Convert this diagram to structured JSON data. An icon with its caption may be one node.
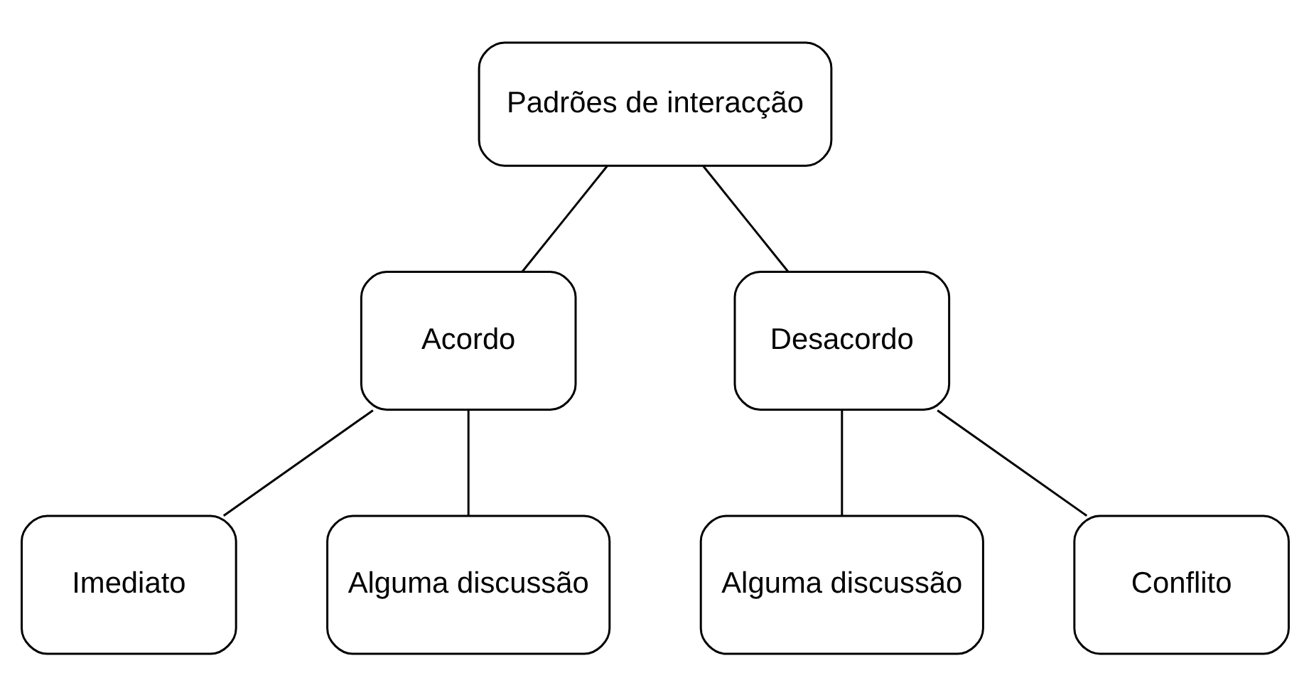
{
  "diagram": {
    "nodes": [
      {
        "text": [
          "Padrões de interacção"
        ]
      },
      {
        "text": [
          "Acordo"
        ]
      },
      {
        "text": [
          "Desacordo"
        ]
      },
      {
        "text": [
          "Imediato"
        ]
      },
      {
        "text": [
          "Alguma discussão"
        ]
      },
      {
        "text": [
          "Alguma discussão"
        ]
      },
      {
        "text": [
          "Conflito"
        ]
      }
    ],
    "edges": [
      {
        "from": 0,
        "to": 1,
        "arrow": "none"
      },
      {
        "from": 0,
        "to": 2,
        "arrow": "none"
      },
      {
        "from": 1,
        "to": 3,
        "arrow": "none"
      },
      {
        "from": 1,
        "to": 4,
        "arrow": "none"
      },
      {
        "from": 2,
        "to": 5,
        "arrow": "none"
      },
      {
        "from": 2,
        "to": 6,
        "arrow": "none"
      }
    ]
  }
}
